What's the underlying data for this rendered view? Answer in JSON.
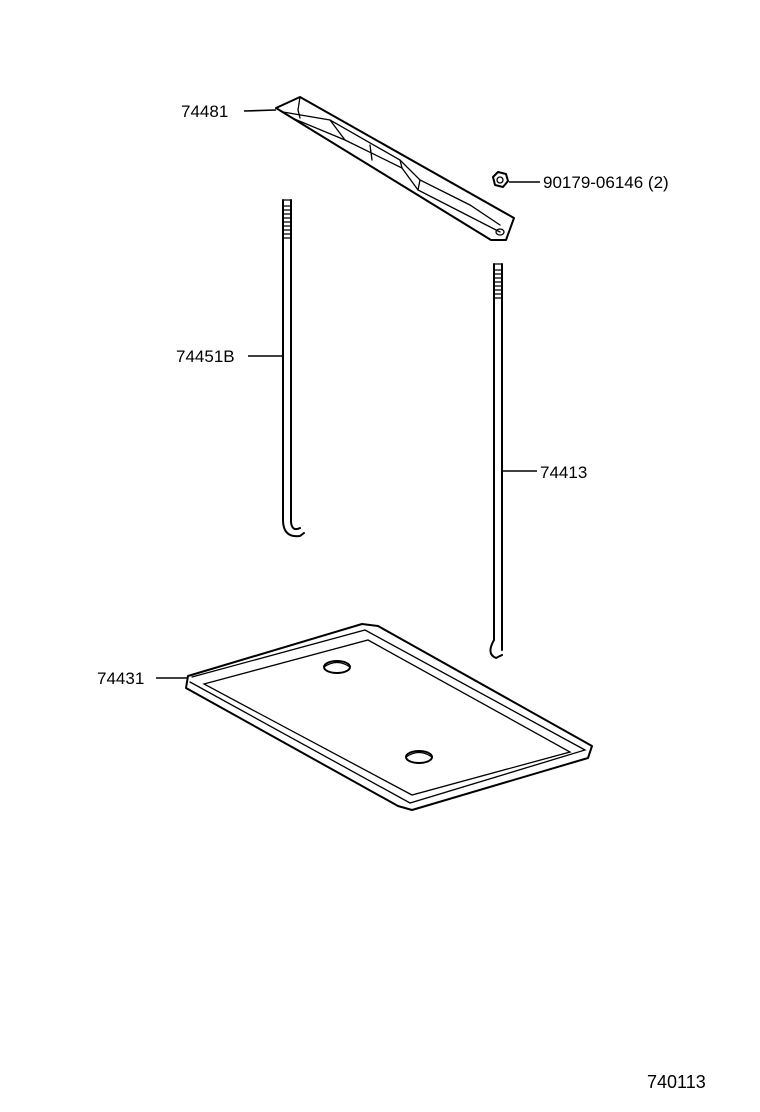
{
  "diagram": {
    "labels": {
      "hold_down_clamp": "74481",
      "nut": "90179-06146 (2)",
      "rod_left": "74451B",
      "rod_right": "74413",
      "battery_tray": "74431"
    },
    "illustration_number": "740113"
  }
}
